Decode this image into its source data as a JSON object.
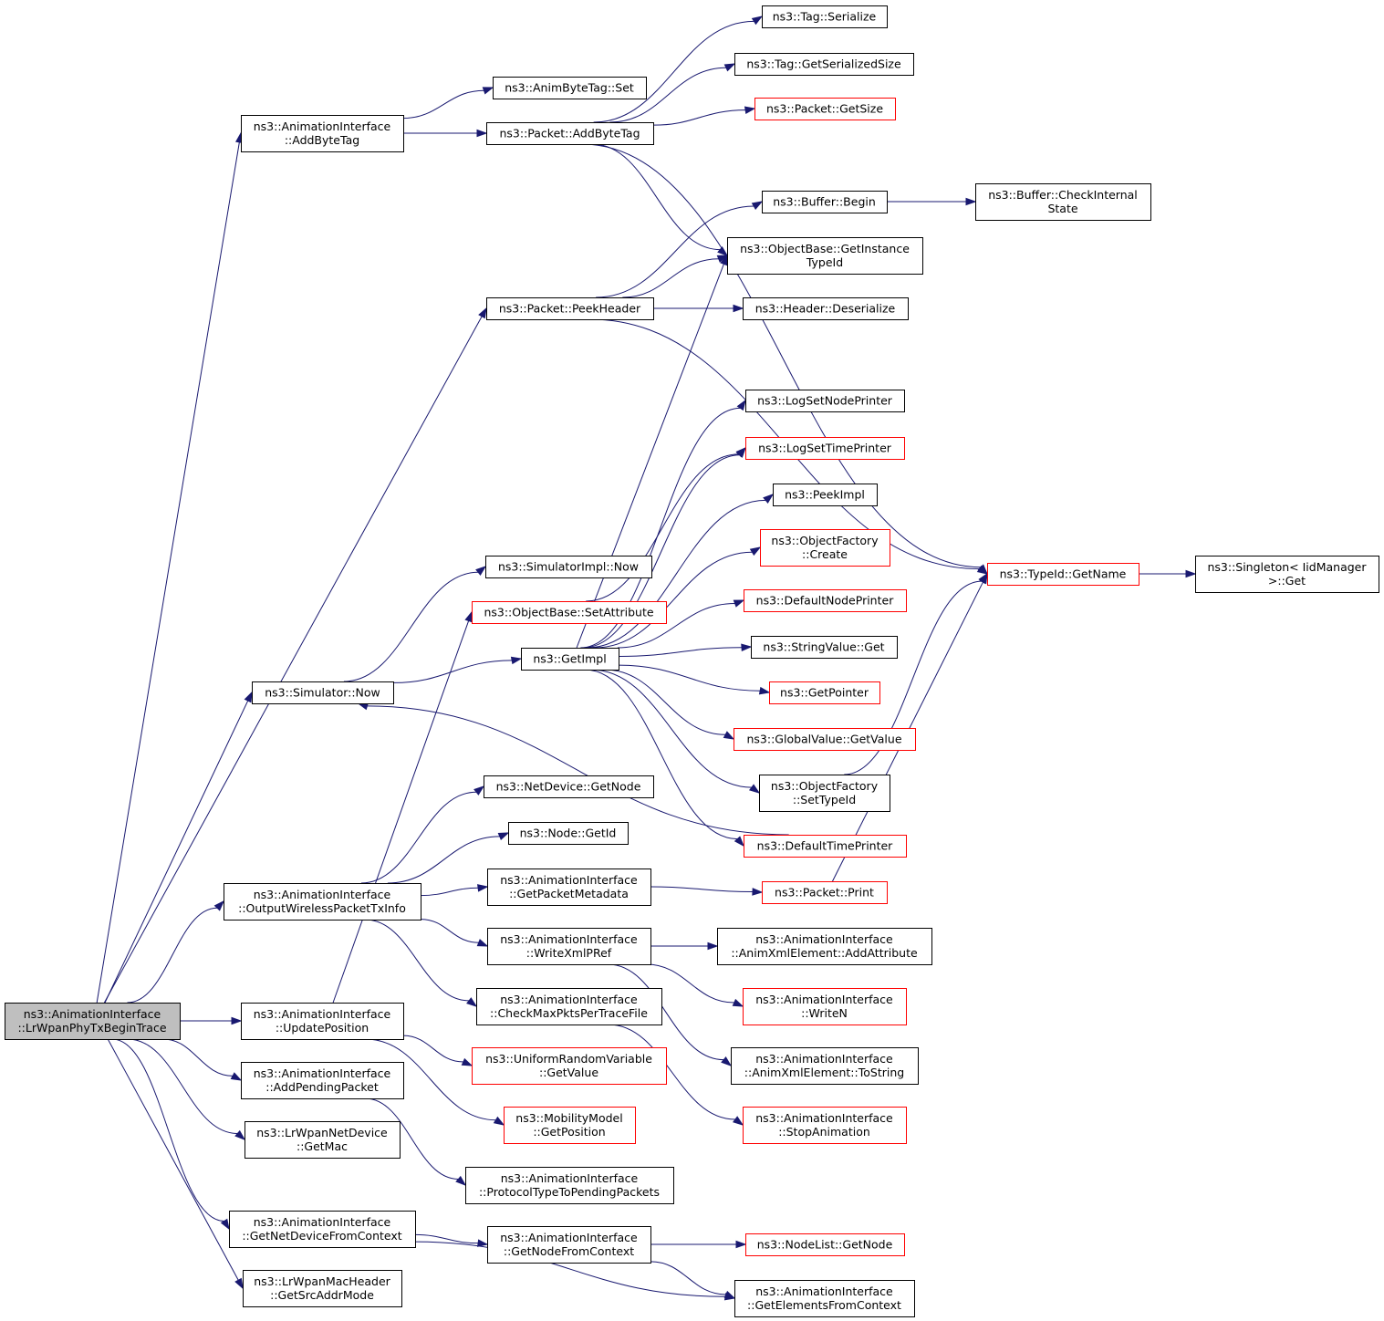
{
  "nodes": [
    {
      "id": "root",
      "lines": [
        "ns3::AnimationInterface",
        "::LrWpanPhyTxBeginTrace"
      ],
      "style": "root"
    },
    {
      "id": "addByteTagAI",
      "lines": [
        "ns3::AnimationInterface",
        "::AddByteTag"
      ],
      "style": "black"
    },
    {
      "id": "animByteTagSet",
      "lines": [
        "ns3::AnimByteTag::Set"
      ],
      "style": "black"
    },
    {
      "id": "packetAddByteTag",
      "lines": [
        "ns3::Packet::AddByteTag"
      ],
      "style": "black"
    },
    {
      "id": "tagSerialize",
      "lines": [
        "ns3::Tag::Serialize"
      ],
      "style": "black"
    },
    {
      "id": "tagGetSerializedSize",
      "lines": [
        "ns3::Tag::GetSerializedSize"
      ],
      "style": "black"
    },
    {
      "id": "packetGetSize",
      "lines": [
        "ns3::Packet::GetSize"
      ],
      "style": "red"
    },
    {
      "id": "bufferBegin",
      "lines": [
        "ns3::Buffer::Begin"
      ],
      "style": "black"
    },
    {
      "id": "bufferCheckInternalState",
      "lines": [
        "ns3::Buffer::CheckInternal",
        "State"
      ],
      "style": "black"
    },
    {
      "id": "objectBaseGetInstanceTypeId",
      "lines": [
        "ns3::ObjectBase::GetInstance",
        "TypeId"
      ],
      "style": "black"
    },
    {
      "id": "packetPeekHeader",
      "lines": [
        "ns3::Packet::PeekHeader"
      ],
      "style": "black"
    },
    {
      "id": "headerDeserialize",
      "lines": [
        "ns3::Header::Deserialize"
      ],
      "style": "black"
    },
    {
      "id": "logSetNodePrinter",
      "lines": [
        "ns3::LogSetNodePrinter"
      ],
      "style": "black"
    },
    {
      "id": "logSetTimePrinter",
      "lines": [
        "ns3::LogSetTimePrinter"
      ],
      "style": "red"
    },
    {
      "id": "peekImpl",
      "lines": [
        "ns3::PeekImpl"
      ],
      "style": "black"
    },
    {
      "id": "objectFactoryCreate",
      "lines": [
        "ns3::ObjectFactory",
        "::Create"
      ],
      "style": "red"
    },
    {
      "id": "typeIdGetName",
      "lines": [
        "ns3::TypeId::GetName"
      ],
      "style": "red"
    },
    {
      "id": "singletonGet",
      "lines": [
        "ns3::Singleton< IidManager",
        ">::Get"
      ],
      "style": "black"
    },
    {
      "id": "simulatorImplNow",
      "lines": [
        "ns3::SimulatorImpl::Now"
      ],
      "style": "black"
    },
    {
      "id": "objectBaseSetAttribute",
      "lines": [
        "ns3::ObjectBase::SetAttribute"
      ],
      "style": "red"
    },
    {
      "id": "defaultNodePrinter",
      "lines": [
        "ns3::DefaultNodePrinter"
      ],
      "style": "red"
    },
    {
      "id": "getImpl",
      "lines": [
        "ns3::GetImpl"
      ],
      "style": "black"
    },
    {
      "id": "stringValueGet",
      "lines": [
        "ns3::StringValue::Get"
      ],
      "style": "black"
    },
    {
      "id": "simulatorNow",
      "lines": [
        "ns3::Simulator::Now"
      ],
      "style": "black"
    },
    {
      "id": "getPointer",
      "lines": [
        "ns3::GetPointer"
      ],
      "style": "red"
    },
    {
      "id": "globalValueGetValue",
      "lines": [
        "ns3::GlobalValue::GetValue"
      ],
      "style": "red"
    },
    {
      "id": "netDeviceGetNode",
      "lines": [
        "ns3::NetDevice::GetNode"
      ],
      "style": "black"
    },
    {
      "id": "objectFactorySetTypeId",
      "lines": [
        "ns3::ObjectFactory",
        "::SetTypeId"
      ],
      "style": "black"
    },
    {
      "id": "nodeGetId",
      "lines": [
        "ns3::Node::GetId"
      ],
      "style": "black"
    },
    {
      "id": "defaultTimePrinter",
      "lines": [
        "ns3::DefaultTimePrinter"
      ],
      "style": "red"
    },
    {
      "id": "outputWirelessPacketTxInfo",
      "lines": [
        "ns3::AnimationInterface",
        "::OutputWirelessPacketTxInfo"
      ],
      "style": "black"
    },
    {
      "id": "getPacketMetadata",
      "lines": [
        "ns3::AnimationInterface",
        "::GetPacketMetadata"
      ],
      "style": "black"
    },
    {
      "id": "packetPrint",
      "lines": [
        "ns3::Packet::Print"
      ],
      "style": "red"
    },
    {
      "id": "writeXmlPRef",
      "lines": [
        "ns3::AnimationInterface",
        "::WriteXmlPRef"
      ],
      "style": "black"
    },
    {
      "id": "animXmlAddAttribute",
      "lines": [
        "ns3::AnimationInterface",
        "::AnimXmlElement::AddAttribute"
      ],
      "style": "black"
    },
    {
      "id": "checkMaxPkts",
      "lines": [
        "ns3::AnimationInterface",
        "::CheckMaxPktsPerTraceFile"
      ],
      "style": "black"
    },
    {
      "id": "writeN",
      "lines": [
        "ns3::AnimationInterface",
        "::WriteN"
      ],
      "style": "red"
    },
    {
      "id": "updatePosition",
      "lines": [
        "ns3::AnimationInterface",
        "::UpdatePosition"
      ],
      "style": "black"
    },
    {
      "id": "uniformRandomGetValue",
      "lines": [
        "ns3::UniformRandomVariable",
        "::GetValue"
      ],
      "style": "red"
    },
    {
      "id": "animXmlToString",
      "lines": [
        "ns3::AnimationInterface",
        "::AnimXmlElement::ToString"
      ],
      "style": "black"
    },
    {
      "id": "addPendingPacket",
      "lines": [
        "ns3::AnimationInterface",
        "::AddPendingPacket"
      ],
      "style": "black"
    },
    {
      "id": "mobilityGetPosition",
      "lines": [
        "ns3::MobilityModel",
        "::GetPosition"
      ],
      "style": "red"
    },
    {
      "id": "stopAnimation",
      "lines": [
        "ns3::AnimationInterface",
        "::StopAnimation"
      ],
      "style": "red"
    },
    {
      "id": "lrWpanGetMac",
      "lines": [
        "ns3::LrWpanNetDevice",
        "::GetMac"
      ],
      "style": "black"
    },
    {
      "id": "protocolTypeToPending",
      "lines": [
        "ns3::AnimationInterface",
        "::ProtocolTypeToPendingPackets"
      ],
      "style": "black"
    },
    {
      "id": "getNetDeviceFromContext",
      "lines": [
        "ns3::AnimationInterface",
        "::GetNetDeviceFromContext"
      ],
      "style": "black"
    },
    {
      "id": "getNodeFromContext",
      "lines": [
        "ns3::AnimationInterface",
        "::GetNodeFromContext"
      ],
      "style": "black"
    },
    {
      "id": "nodeListGetNode",
      "lines": [
        "ns3::NodeList::GetNode"
      ],
      "style": "red"
    },
    {
      "id": "lrWpanGetSrcAddrMode",
      "lines": [
        "ns3::LrWpanMacHeader",
        "::GetSrcAddrMode"
      ],
      "style": "black"
    },
    {
      "id": "getElementsFromContext",
      "lines": [
        "ns3::AnimationInterface",
        "::GetElementsFromContext"
      ],
      "style": "black"
    }
  ],
  "edges": [
    [
      "root",
      "addByteTagAI"
    ],
    [
      "root",
      "packetPeekHeader"
    ],
    [
      "root",
      "simulatorNow"
    ],
    [
      "root",
      "outputWirelessPacketTxInfo"
    ],
    [
      "root",
      "updatePosition"
    ],
    [
      "root",
      "addPendingPacket"
    ],
    [
      "root",
      "lrWpanGetMac"
    ],
    [
      "root",
      "getNetDeviceFromContext"
    ],
    [
      "root",
      "lrWpanGetSrcAddrMode"
    ],
    [
      "addByteTagAI",
      "animByteTagSet"
    ],
    [
      "addByteTagAI",
      "packetAddByteTag"
    ],
    [
      "packetAddByteTag",
      "tagSerialize"
    ],
    [
      "packetAddByteTag",
      "tagGetSerializedSize"
    ],
    [
      "packetAddByteTag",
      "packetGetSize"
    ],
    [
      "packetAddByteTag",
      "objectBaseGetInstanceTypeId"
    ],
    [
      "packetAddByteTag",
      "typeIdGetName"
    ],
    [
      "packetPeekHeader",
      "bufferBegin"
    ],
    [
      "packetPeekHeader",
      "objectBaseGetInstanceTypeId"
    ],
    [
      "packetPeekHeader",
      "headerDeserialize"
    ],
    [
      "packetPeekHeader",
      "typeIdGetName"
    ],
    [
      "bufferBegin",
      "bufferCheckInternalState"
    ],
    [
      "typeIdGetName",
      "singletonGet"
    ],
    [
      "simulatorNow",
      "simulatorImplNow"
    ],
    [
      "simulatorNow",
      "getImpl"
    ],
    [
      "getImpl",
      "objectBaseGetInstanceTypeId"
    ],
    [
      "getImpl",
      "logSetNodePrinter"
    ],
    [
      "getImpl",
      "logSetTimePrinter"
    ],
    [
      "getImpl",
      "peekImpl"
    ],
    [
      "getImpl",
      "objectFactoryCreate"
    ],
    [
      "getImpl",
      "defaultNodePrinter"
    ],
    [
      "getImpl",
      "stringValueGet"
    ],
    [
      "getImpl",
      "getPointer"
    ],
    [
      "getImpl",
      "globalValueGetValue"
    ],
    [
      "getImpl",
      "objectFactorySetTypeId"
    ],
    [
      "getImpl",
      "defaultTimePrinter"
    ],
    [
      "defaultTimePrinter",
      "simulatorNow"
    ],
    [
      "objectBaseSetAttribute",
      "logSetTimePrinter"
    ],
    [
      "objectFactorySetTypeId",
      "typeIdGetName"
    ],
    [
      "packetPrint",
      "typeIdGetName"
    ],
    [
      "outputWirelessPacketTxInfo",
      "netDeviceGetNode"
    ],
    [
      "outputWirelessPacketTxInfo",
      "nodeGetId"
    ],
    [
      "outputWirelessPacketTxInfo",
      "getPacketMetadata"
    ],
    [
      "outputWirelessPacketTxInfo",
      "writeXmlPRef"
    ],
    [
      "outputWirelessPacketTxInfo",
      "checkMaxPkts"
    ],
    [
      "getPacketMetadata",
      "packetPrint"
    ],
    [
      "writeXmlPRef",
      "animXmlAddAttribute"
    ],
    [
      "writeXmlPRef",
      "writeN"
    ],
    [
      "writeXmlPRef",
      "animXmlToString"
    ],
    [
      "checkMaxPkts",
      "stopAnimation"
    ],
    [
      "updatePosition",
      "objectBaseSetAttribute"
    ],
    [
      "updatePosition",
      "uniformRandomGetValue"
    ],
    [
      "updatePosition",
      "mobilityGetPosition"
    ],
    [
      "addPendingPacket",
      "protocolTypeToPending"
    ],
    [
      "getNetDeviceFromContext",
      "getNodeFromContext"
    ],
    [
      "getNetDeviceFromContext",
      "getElementsFromContext"
    ],
    [
      "getNodeFromContext",
      "nodeListGetNode"
    ],
    [
      "getNodeFromContext",
      "getElementsFromContext"
    ]
  ],
  "colors": {
    "edge": "#191970",
    "red_border": "#ff0000",
    "root_fill": "#bfbfbf"
  }
}
